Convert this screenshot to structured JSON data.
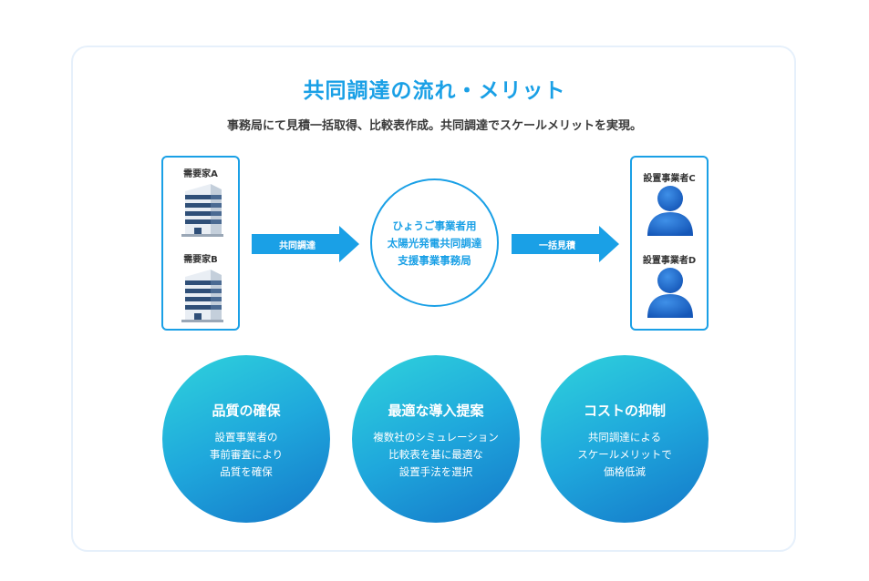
{
  "title": "共同調達の流れ・メリット",
  "subtitle": "事務局にて見積一括取得、比較表作成。共同調達でスケールメリットを実現。",
  "left_panel": {
    "items": [
      "需要家A",
      "需要家B"
    ]
  },
  "right_panel": {
    "items": [
      "設置事業者C",
      "設置事業者D"
    ]
  },
  "arrows": {
    "left_label": "共同調達",
    "right_label": "一括見積"
  },
  "center": {
    "lines": [
      "ひょうご事業者用",
      "太陽光発電共同調達",
      "支援事業事務局"
    ]
  },
  "merits": [
    {
      "title": "品質の確保",
      "lines": [
        "設置事業者の",
        "事前審査により",
        "品質を確保"
      ]
    },
    {
      "title": "最適な導入提案",
      "lines": [
        "複数社のシミュレーション",
        "比較表を基に最適な",
        "設置手法を選択"
      ]
    },
    {
      "title": "コストの抑制",
      "lines": [
        "共同調達による",
        "スケールメリットで",
        "価格低減"
      ]
    }
  ],
  "colors": {
    "accent": "#1aa0e6",
    "circle_light": "#2fd3dc",
    "circle_dark": "#1477c9",
    "person": "#1f6fd1"
  },
  "icons": {
    "buyer": "building-icon",
    "installer": "person-icon"
  }
}
